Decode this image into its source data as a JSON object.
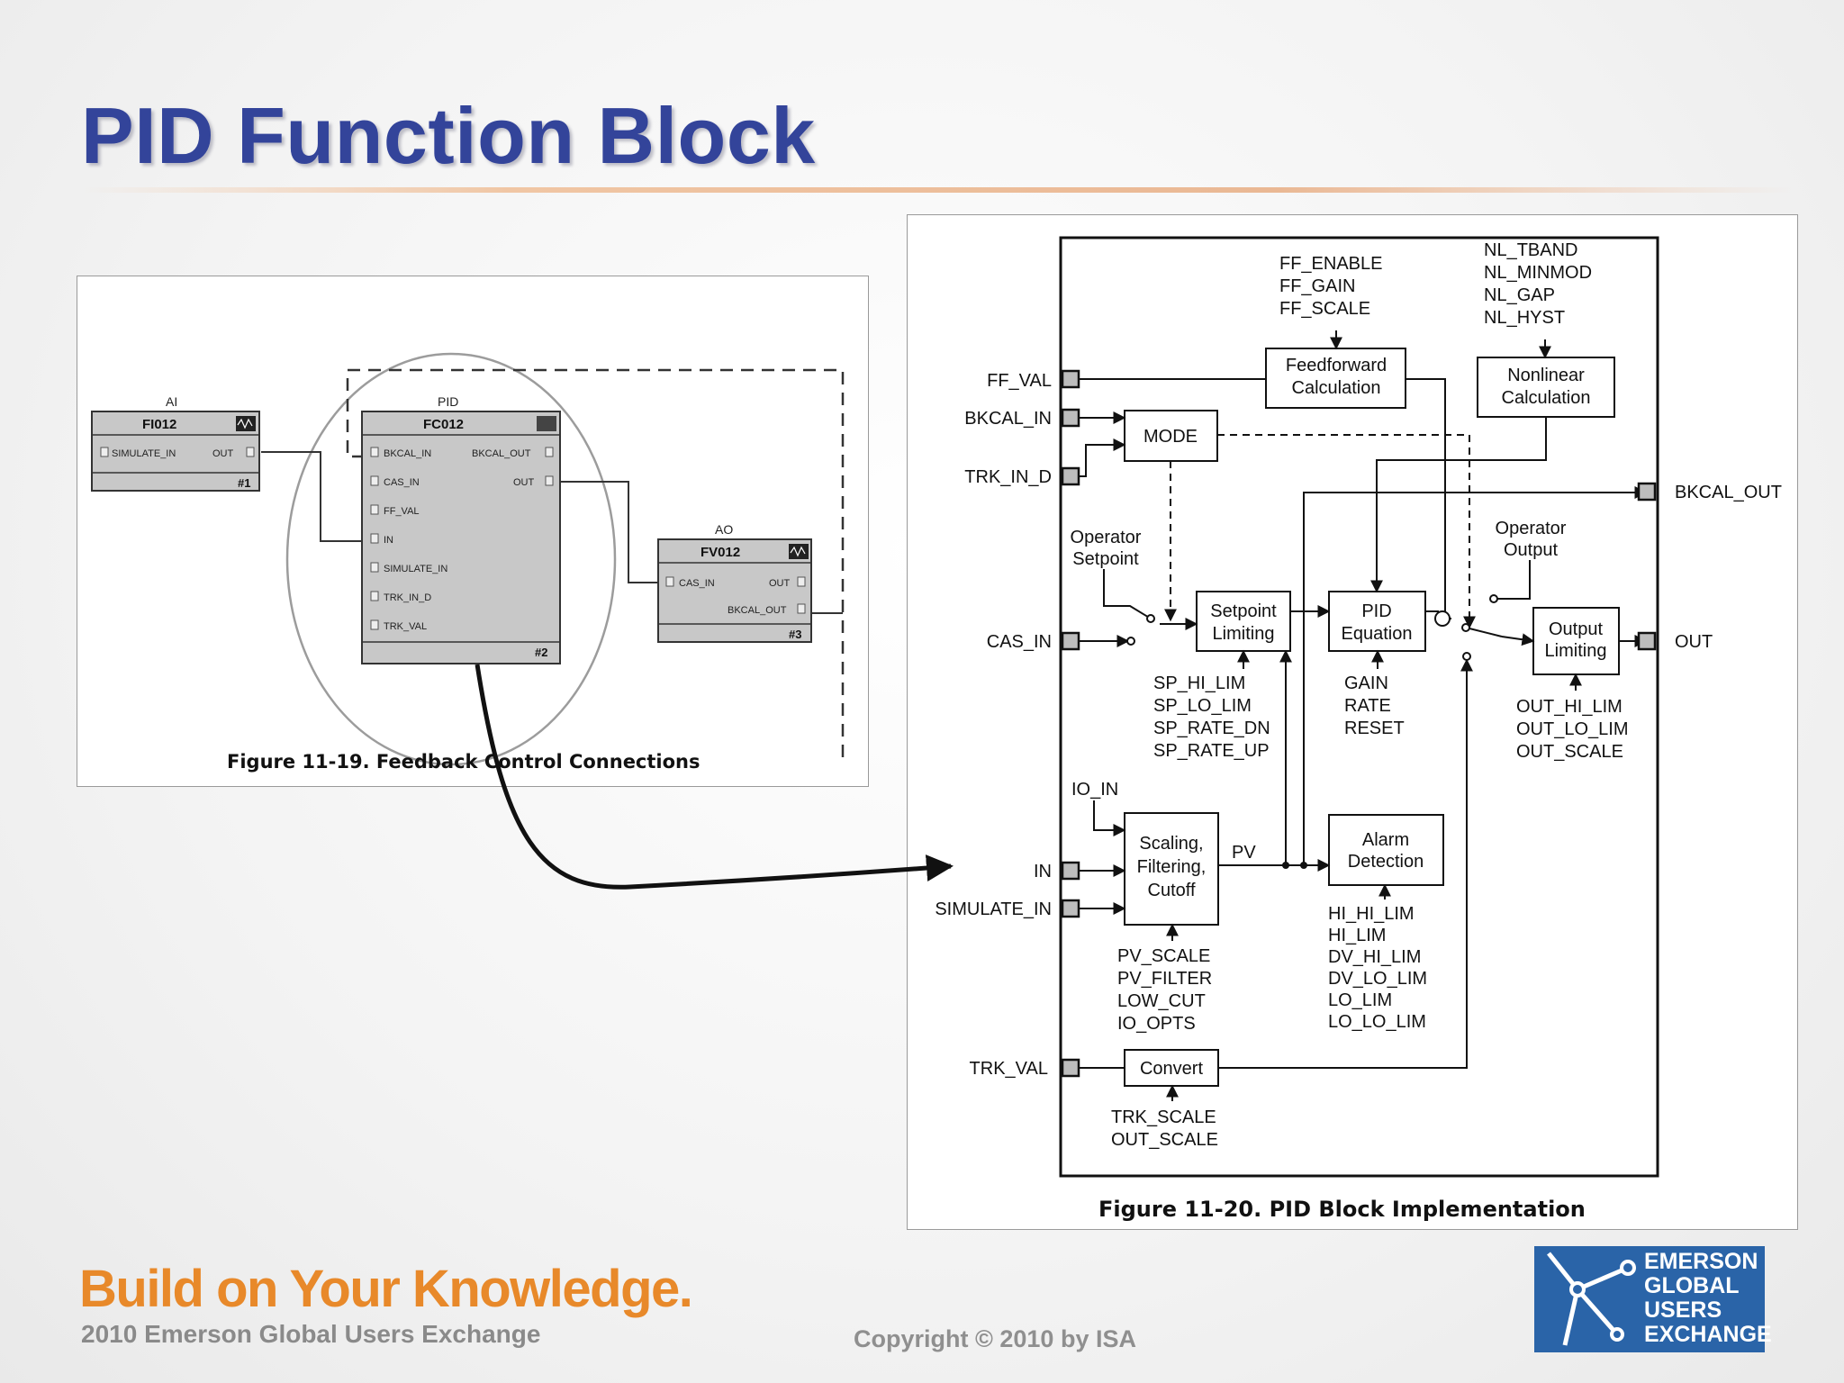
{
  "slide": {
    "title": "PID Function Block",
    "copyright": "Copyright © 2010 by ISA"
  },
  "branding": {
    "tagline": "Build on Your Knowledge.",
    "event": "2010 Emerson Global Users Exchange",
    "logo_lines": [
      "EMERSON",
      "GLOBAL",
      "USERS",
      "EXCHANGE"
    ]
  },
  "figure1": {
    "caption": "Figure 11-19. Feedback Control Connections",
    "blocks": [
      {
        "type": "AI",
        "tag": "FI012",
        "number": "#1",
        "inputs": [
          "SIMULATE_IN"
        ],
        "outputs": [
          "OUT"
        ]
      },
      {
        "type": "PID",
        "tag": "FC012",
        "number": "#2",
        "inputs": [
          "BKCAL_IN",
          "CAS_IN",
          "FF_VAL",
          "IN",
          "SIMULATE_IN",
          "TRK_IN_D",
          "TRK_VAL"
        ],
        "outputs": [
          "BKCAL_OUT",
          "OUT"
        ]
      },
      {
        "type": "AO",
        "tag": "FV012",
        "number": "#3",
        "inputs": [
          "CAS_IN"
        ],
        "outputs": [
          "OUT",
          "BKCAL_OUT"
        ]
      }
    ]
  },
  "figure2": {
    "caption": "Figure 11-20. PID Block Implementation",
    "inputs": [
      "FF_VAL",
      "BKCAL_IN",
      "TRK_IN_D",
      "CAS_IN",
      "IN",
      "SIMULATE_IN",
      "TRK_VAL"
    ],
    "outputs": [
      "BKCAL_OUT",
      "OUT"
    ],
    "blocks": {
      "feedforward": [
        "Feedforward",
        "Calculation"
      ],
      "nonlinear": [
        "Nonlinear",
        "Calculation"
      ],
      "mode": [
        "MODE"
      ],
      "setpoint": [
        "Setpoint",
        "Limiting"
      ],
      "pid": [
        "PID",
        "Equation"
      ],
      "output": [
        "Output",
        "Limiting"
      ],
      "scaling": [
        "Scaling,",
        "Filtering,",
        "Cutoff"
      ],
      "alarm": [
        "Alarm",
        "Detection"
      ],
      "convert": [
        "Convert"
      ]
    },
    "labels": {
      "operator_setpoint": [
        "Operator",
        "Setpoint"
      ],
      "operator_output": [
        "Operator",
        "Output"
      ],
      "io_in": "IO_IN",
      "pv": "PV"
    },
    "params": {
      "ff": [
        "FF_ENABLE",
        "FF_GAIN",
        "FF_SCALE"
      ],
      "nl": [
        "NL_TBAND",
        "NL_MINMOD",
        "NL_GAP",
        "NL_HYST"
      ],
      "sp": [
        "SP_HI_LIM",
        "SP_LO_LIM",
        "SP_RATE_DN",
        "SP_RATE_UP"
      ],
      "pid": [
        "GAIN",
        "RATE",
        "RESET"
      ],
      "out": [
        "OUT_HI_LIM",
        "OUT_LO_LIM",
        "OUT_SCALE"
      ],
      "pv": [
        "PV_SCALE",
        "PV_FILTER",
        "LOW_CUT",
        "IO_OPTS"
      ],
      "alarm": [
        "HI_HI_LIM",
        "HI_LIM",
        "DV_HI_LIM",
        "DV_LO_LIM",
        "LO_LIM",
        "LO_LO_LIM"
      ],
      "trk": [
        "TRK_SCALE",
        "OUT_SCALE"
      ]
    }
  },
  "colors": {
    "title": "#33449a",
    "brand_orange": "#e8892a",
    "logo_blue": "#2a64a8"
  }
}
